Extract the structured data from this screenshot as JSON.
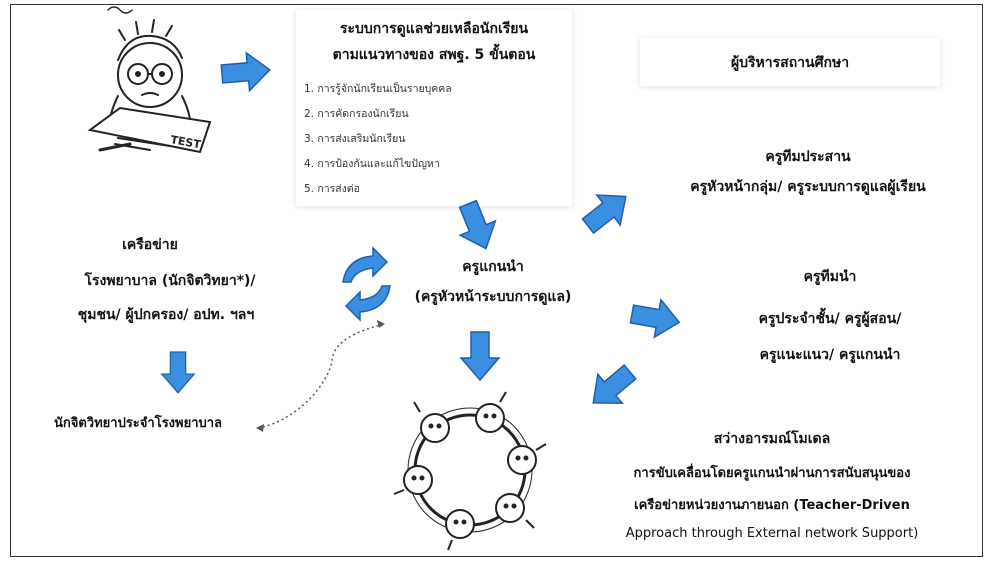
{
  "colors": {
    "arrow_fill": "#3b8fe0",
    "arrow_stroke": "#1f5faa",
    "text": "#111111"
  },
  "system_box": {
    "title_line1": "ระบบการดูแลช่วยเหลือนักเรียน",
    "title_line2": "ตามแนวทางของ สพฐ. 5 ขั้นตอน",
    "steps": [
      "1. การรู้จักนักเรียนเป็นรายบุคคล",
      "2. การคัดกรองนักเรียน",
      "3. การส่งเสริมนักเรียน",
      "4. การป้องกันและแก้ไขปัญหา",
      "5. การส่งต่อ"
    ]
  },
  "admin": {
    "label": "ผู้บริหารสถานศึกษา"
  },
  "coord_team": {
    "line1": "ครูทีมประสาน",
    "line2": "ครูหัวหน้ากลุ่ม/ ครูระบบการดูแลผู้เรียน"
  },
  "core_teacher": {
    "line1": "ครูแกนนำ",
    "line2": "(ครูหัวหน้าระบบการดูแล)"
  },
  "lead_team": {
    "line1": "ครูทีมนำ",
    "line2": "ครูประจำชั้น/ ครูผู้สอน/",
    "line3": "ครูแนะแนว/ ครูแกนนำ"
  },
  "network": {
    "line1": "เครือข่าย",
    "line2": "โรงพยาบาล (นักจิตวิทยา*)/",
    "line3": "ชุมชน/ ผู้ปกครอง/ อปท. ฯลฯ"
  },
  "psychologist": {
    "label": "นักจิตวิทยาประจำโรงพยาบาล"
  },
  "model": {
    "line1": "สว่างอารมณ์โมเดล",
    "line2": "การขับเคลื่อนโดยครูแกนนำผ่านการสนับสนุนของ",
    "line3": "เครือข่ายหน่วยงานภายนอก (Teacher-Driven",
    "line4": "Approach through External network Support)"
  },
  "illustrations": {
    "student_icon": "stressed-student-illustration",
    "students_icon": "children-circle-illustration",
    "test_paper_text": "TEST"
  }
}
